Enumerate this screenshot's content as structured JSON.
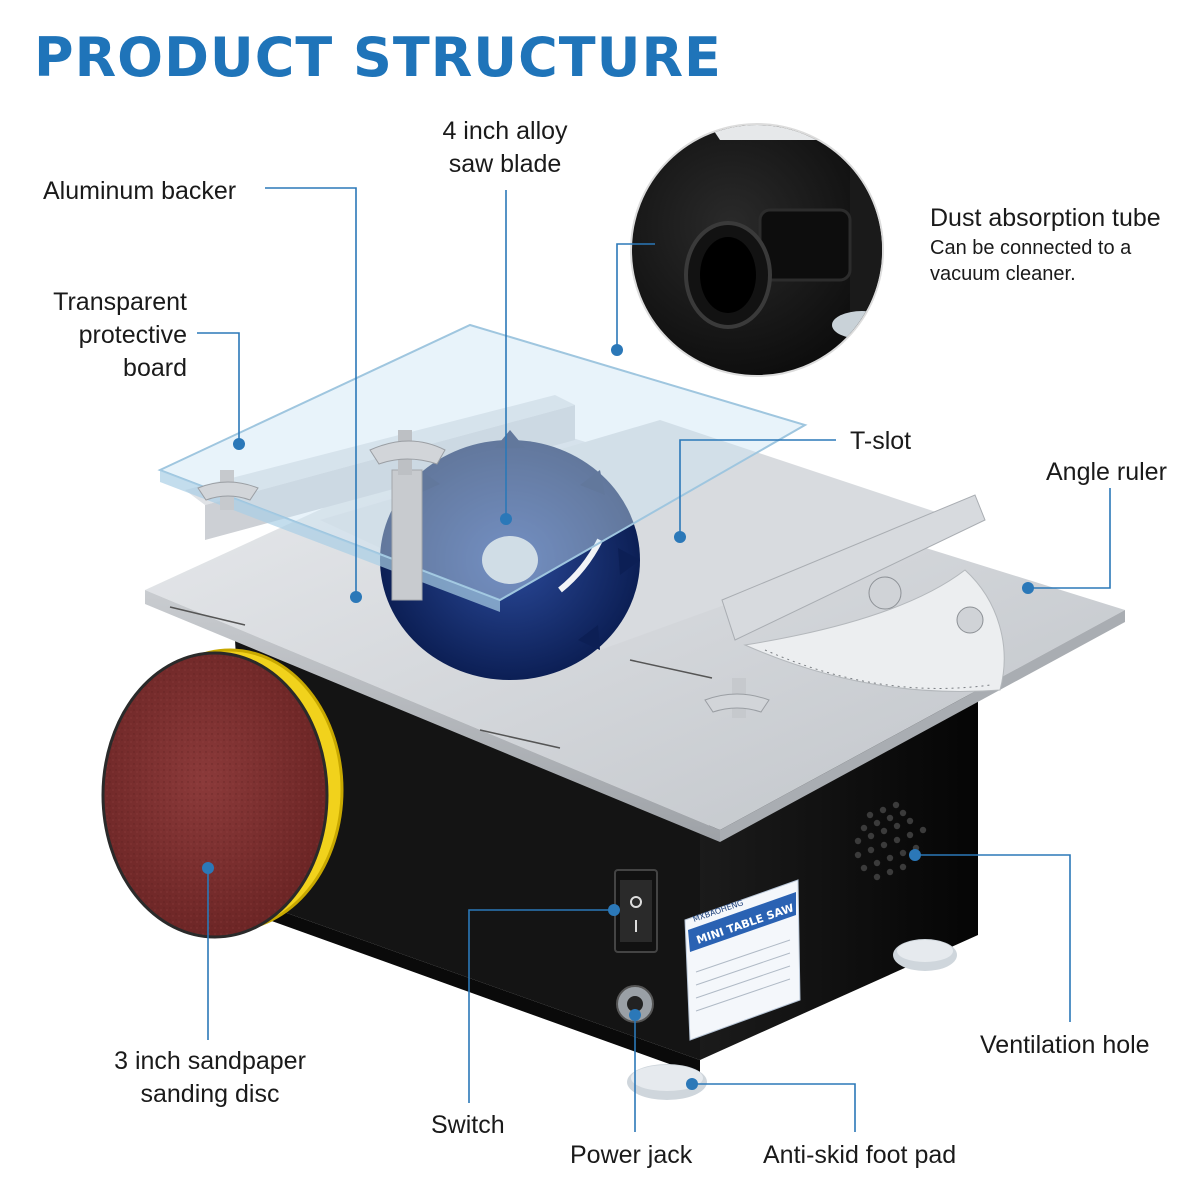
{
  "title": "PRODUCT STRUCTURE",
  "colors": {
    "accent": "#1f74b9",
    "leader_line": "#2b78b8",
    "text": "#1a1a1a",
    "background": "#ffffff"
  },
  "labels": {
    "aluminum_backer": "Aluminum backer",
    "saw_blade_line1": "4 inch alloy",
    "saw_blade_line2": "saw blade",
    "transparent_line1": "Transparent",
    "transparent_line2": "protective",
    "transparent_line3": "board",
    "dust_tube_title": "Dust absorption tube",
    "dust_tube_line1": "Can be connected to a",
    "dust_tube_line2": "vacuum cleaner.",
    "t_slot": "T-slot",
    "angle_ruler": "Angle ruler",
    "ventilation_hole": "Ventilation hole",
    "sanding_line1": "3 inch sandpaper",
    "sanding_line2": "sanding disc",
    "switch": "Switch",
    "power_jack": "Power jack",
    "anti_skid": "Anti-skid foot pad"
  },
  "product_sticker": {
    "brand": "MXBAOHENG",
    "name": "MINI TABLE SAW"
  },
  "icons": [
    "blade-icon",
    "sanding-disc-icon",
    "vacuum-tube-icon",
    "rocker-switch-icon",
    "power-jack-icon",
    "vent-holes-icon",
    "foot-pad-icon"
  ]
}
